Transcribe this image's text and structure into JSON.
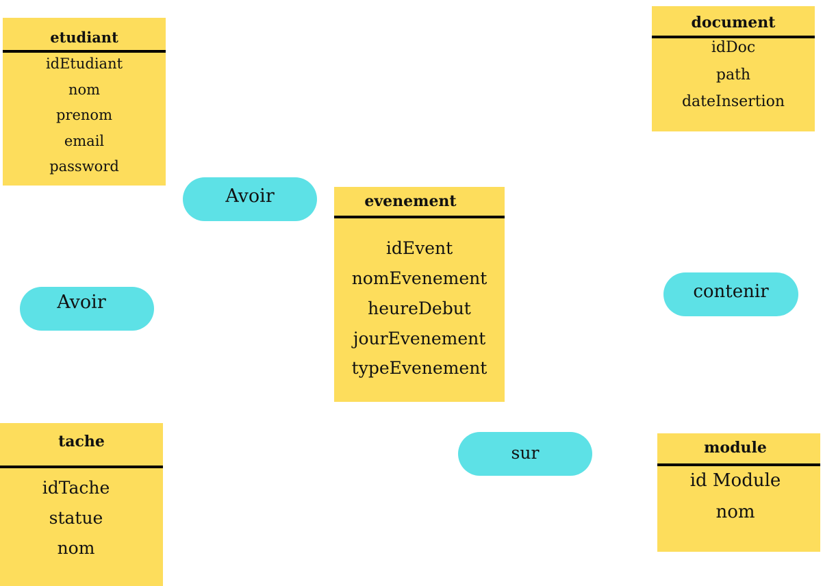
{
  "colors": {
    "entity": "#fddd5c",
    "relation": "#5de1e6",
    "rule": "#000000"
  },
  "entities": {
    "etudiant": {
      "title": "etudiant",
      "attributes": [
        "idEtudiant",
        "nom",
        "prenom",
        "email",
        "password"
      ]
    },
    "document": {
      "title": "document",
      "attributes": [
        "idDoc",
        "path",
        "dateInsertion"
      ]
    },
    "evenement": {
      "title": "evenement",
      "attributes": [
        "idEvent",
        "nomEvenement",
        "heureDebut",
        "jourEvenement",
        "typeEvenement"
      ]
    },
    "tache": {
      "title": "tache",
      "attributes": [
        "idTache",
        "statue",
        "nom"
      ]
    },
    "module": {
      "title": "module",
      "attributes": [
        "id Module",
        "nom"
      ]
    }
  },
  "relations": {
    "avoir_top": "Avoir",
    "avoir_left": "Avoir",
    "contenir": "contenir",
    "sur": "sur"
  }
}
